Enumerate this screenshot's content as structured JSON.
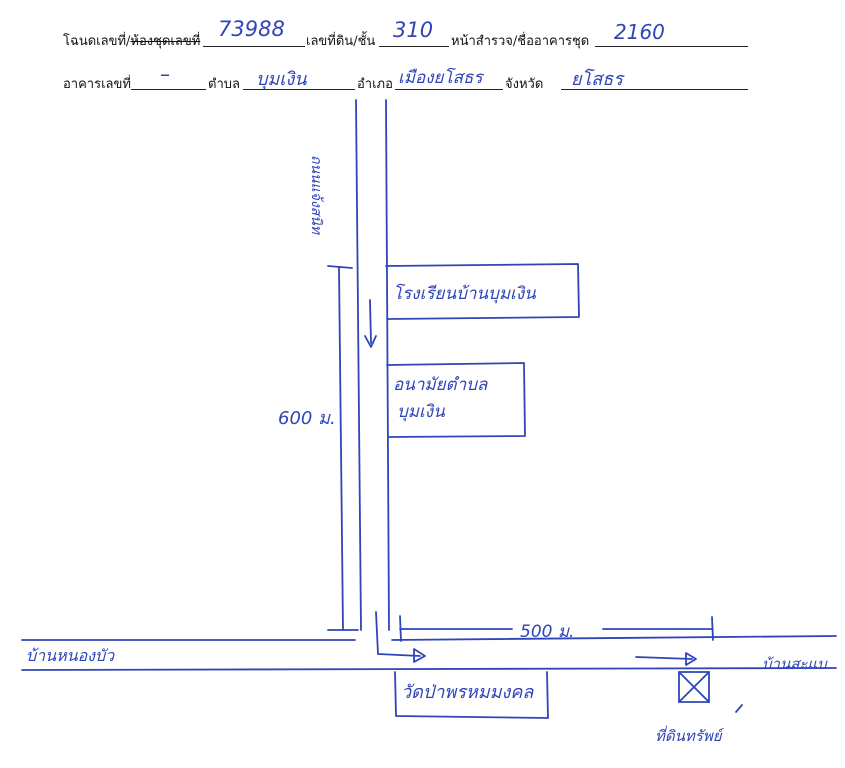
{
  "form": {
    "row1": {
      "deed_label_plain": "โฉนดเลขที่/",
      "deed_label_struck": "ห้องชุดเลขที่",
      "deed_value": "73988",
      "land_label": "เลขที่ดิน/ชั้น",
      "land_value": "310",
      "survey_label": "หน้าสำรวจ/ชื่ออาคารชุด",
      "survey_value": "2160"
    },
    "row2": {
      "building_label": "อาคารเลขที่",
      "building_value": "–",
      "subdistrict_label": "ตำบล",
      "subdistrict_value": "บุมเงิน",
      "district_label": "อำเภอ",
      "district_value": "เมืองยโสธร",
      "province_label": "จังหวัด",
      "province_value": "ยโสธร"
    }
  },
  "map": {
    "vertical_road_label": "ถนนแจ้งสนิท",
    "school_label": "โรงเรียนบ้านบุมเงิน",
    "health_label_line1": "อนามัยตำบล",
    "health_label_line2": "บุมเงิน",
    "distance_vertical": "600 ม.",
    "distance_horizontal": "500 ม.",
    "temple_label": "วัดป่าพรหมมงคล",
    "left_road_label": "บ้านหนองบัว",
    "right_road_label": "บ้านสะแบ",
    "property_label": "ที่ดินทรัพย์",
    "stroke_color": "#2f45b8"
  }
}
